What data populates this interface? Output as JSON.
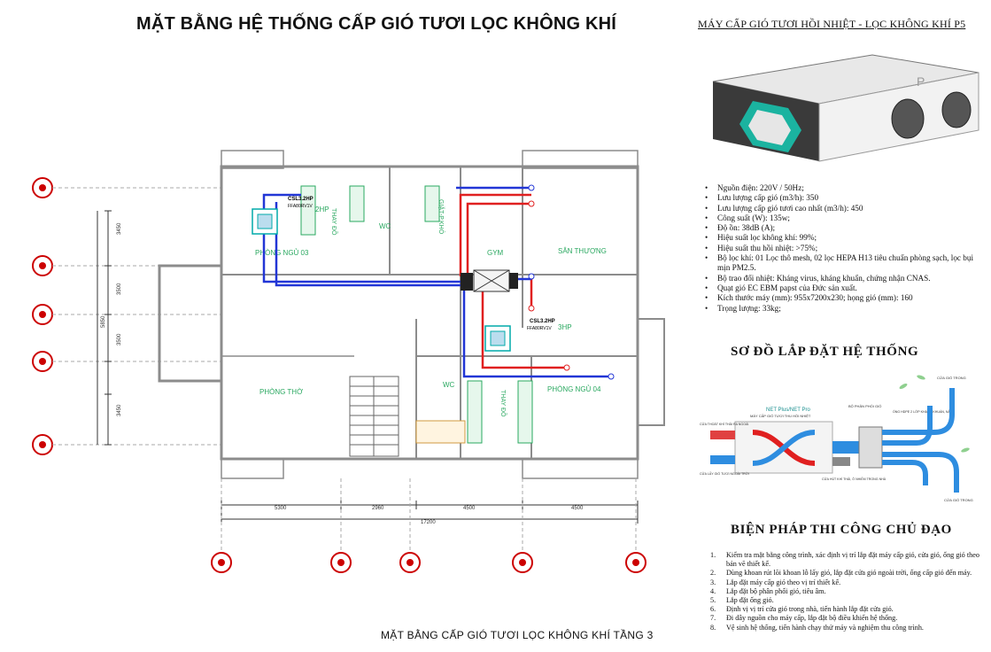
{
  "title": "MẶT BẰNG HỆ THỐNG CẤP GIÓ TƯƠI LỌC KHÔNG KHÍ",
  "plan": {
    "caption": "MẶT BẰNG CẤP GIÓ TƯƠI LỌC KHÔNG KHÍ TẦNG 3",
    "rooms": {
      "bedroom3": "PHÒNG NGỦ 03",
      "wc_top": "WC",
      "closet_top": "THAY ĐỒ",
      "closet_top2": "GIẶT-P.KHÔ",
      "gym": "GYM",
      "terrace": "SÂN THƯỢNG",
      "worship": "PHÒNG THỜ",
      "wc_bottom": "WC",
      "closet_bottom": "THAY ĐỒ",
      "bedroom4": "PHÒNG NGỦ 04"
    },
    "ac_units": {
      "unit_top": "CSL3.2HP",
      "unit_top_model": "FFA80RV1V",
      "unit_top_hp": "2HP",
      "unit_bottom": "CSL3.2HP",
      "unit_bottom_model": "FFA80RV1V",
      "unit_bottom_hp": "3HP"
    },
    "dimensions_bottom": [
      "5300",
      "2960",
      "4500",
      "4500"
    ],
    "dimension_total": "17200",
    "dimensions_left": [
      "3450",
      "3500",
      "5850",
      "3500",
      "3450"
    ]
  },
  "machine": {
    "title": "MÁY CẤP GIÓ TƯƠI HỒI NHIỆT - LỌC KHÔNG KHÍ P5",
    "specs": [
      "Nguồn điện: 220V / 50Hz;",
      "Lưu lượng cấp gió (m3/h): 350",
      "Lưu lượng cấp gió tươi cao nhất  (m3/h): 450",
      "Công suất (W): 135w;",
      "Độ ồn: 38dB (A);",
      "Hiệu suất lọc không khí: 99%;",
      "Hiệu suất thu hồi nhiệt: >75%;",
      "Bộ lọc khí: 01 Lọc thô mesh, 02 lọc HEPA H13 tiêu chuẩn phòng sạch, lọc bụi mịn PM2.5.",
      "Bộ trao đổi nhiệt: Kháng virus, kháng khuẩn, chứng nhận CNAS.",
      "Quạt gió EC EBM papst của Đức sản xuất.",
      "Kích thước máy (mm): 955x7200x230; họng gió (mm): 160",
      "Trọng lượng: 33kg;"
    ]
  },
  "install": {
    "title": "SƠ ĐỒ LẮP ĐẶT HỆ THỐNG",
    "labels": {
      "brand": "NET Plus/NET Pro",
      "brand_sub": "MÁY CẤP GIÓ TƯƠI THU HỒI NHIỆT",
      "distributor": "BỘ PHÂN PHỐI GIÓ",
      "hepa": "ỐNG HDPE 2 LỚP KHÁNG KHUẨN, NẤM",
      "exhaust_in": "CỬA THOÁT KHÍ THẢI RA NGOÀI",
      "fresh_in": "CỬA LẤY GIÓ TƯƠI NGOÀI TRỜI",
      "return": "CỬA HÚT KHÍ THẢI, Ô NHIỄM TRONG NHÀ",
      "inside_door": "CỬA GIÓ TRONG",
      "inside_door2": "CỬA GIÓ TRONG"
    }
  },
  "construction": {
    "title": "BIỆN PHÁP THI CÔNG CHỦ ĐẠO",
    "steps": [
      "Kiểm tra mặt bằng công trình, xác định vị trí lắp đặt máy cấp gió, cửa gió, ống gió theo bản vẽ thiết kế.",
      "Dùng khoan rút lõi khoan lỗ lấy gió, lắp đặt cửa gió ngoài trời, ống cấp gió đến máy.",
      "Lắp đặt máy cấp gió theo vị trí thiết kế.",
      "Lắp đặt bộ phân phối gió, tiêu âm.",
      "Lắp đặt ống gió.",
      "Định vị vị trí cửa gió trong nhà, tiến hành lắp đặt cửa gió.",
      "Đi dây nguồn cho máy cấp, lắp đặt bộ điều khiển hệ thống.",
      "Vệ sinh hệ thống, tiến hành chạy thử máy và nghiệm thu công trình."
    ]
  },
  "colors": {
    "supply_duct": "#2236d6",
    "exhaust_duct": "#e02020",
    "wall": "#888888",
    "grid_marker": "#cc0000"
  }
}
